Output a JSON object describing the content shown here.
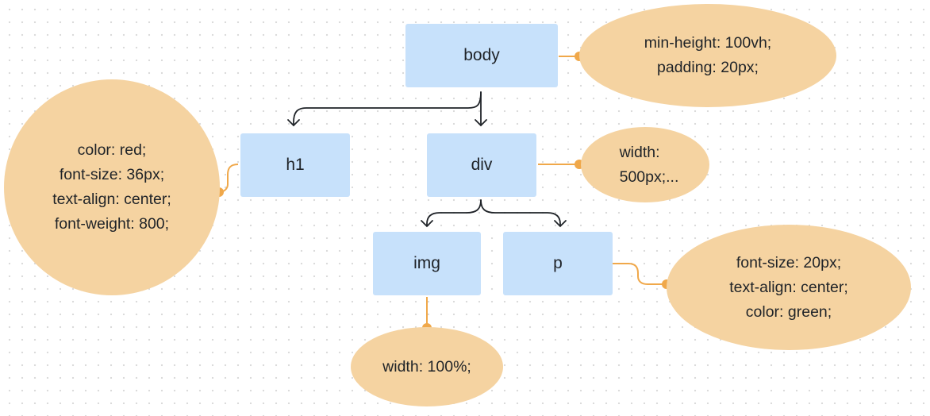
{
  "colors": {
    "node_fill": "#c7e1fb",
    "bubble_fill": "#f5d3a1",
    "connector": "#f0a84a",
    "tree_edge": "#1f2328"
  },
  "nodes": {
    "body": "body",
    "h1": "h1",
    "div": "div",
    "img": "img",
    "p": "p"
  },
  "styles": {
    "body": [
      "min-height: 100vh;",
      "padding: 20px;"
    ],
    "h1": [
      "color: red;",
      "font-size: 36px;",
      "text-align: center;",
      "font-weight: 800;"
    ],
    "div": [
      "width:",
      "500px;..."
    ],
    "img": [
      "width: 100%;"
    ],
    "p": [
      "font-size: 20px;",
      "text-align: center;",
      "color: green;"
    ]
  }
}
